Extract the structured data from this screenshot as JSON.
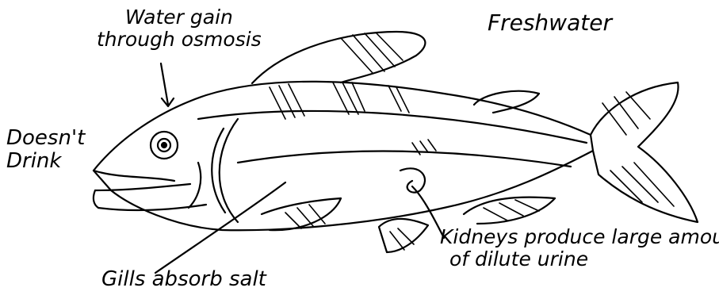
{
  "environment_label": "Freshwater",
  "osmosis_label": [
    "Water gain",
    "through osmosis"
  ],
  "drink_label": [
    "Doesn't",
    "Drink"
  ],
  "gills_label": "Gills absorb salt",
  "kidney_label": [
    "Kidneys produce large amount",
    "of dilute urine"
  ],
  "icon": "fish-drawing",
  "ink_color": "#000000"
}
